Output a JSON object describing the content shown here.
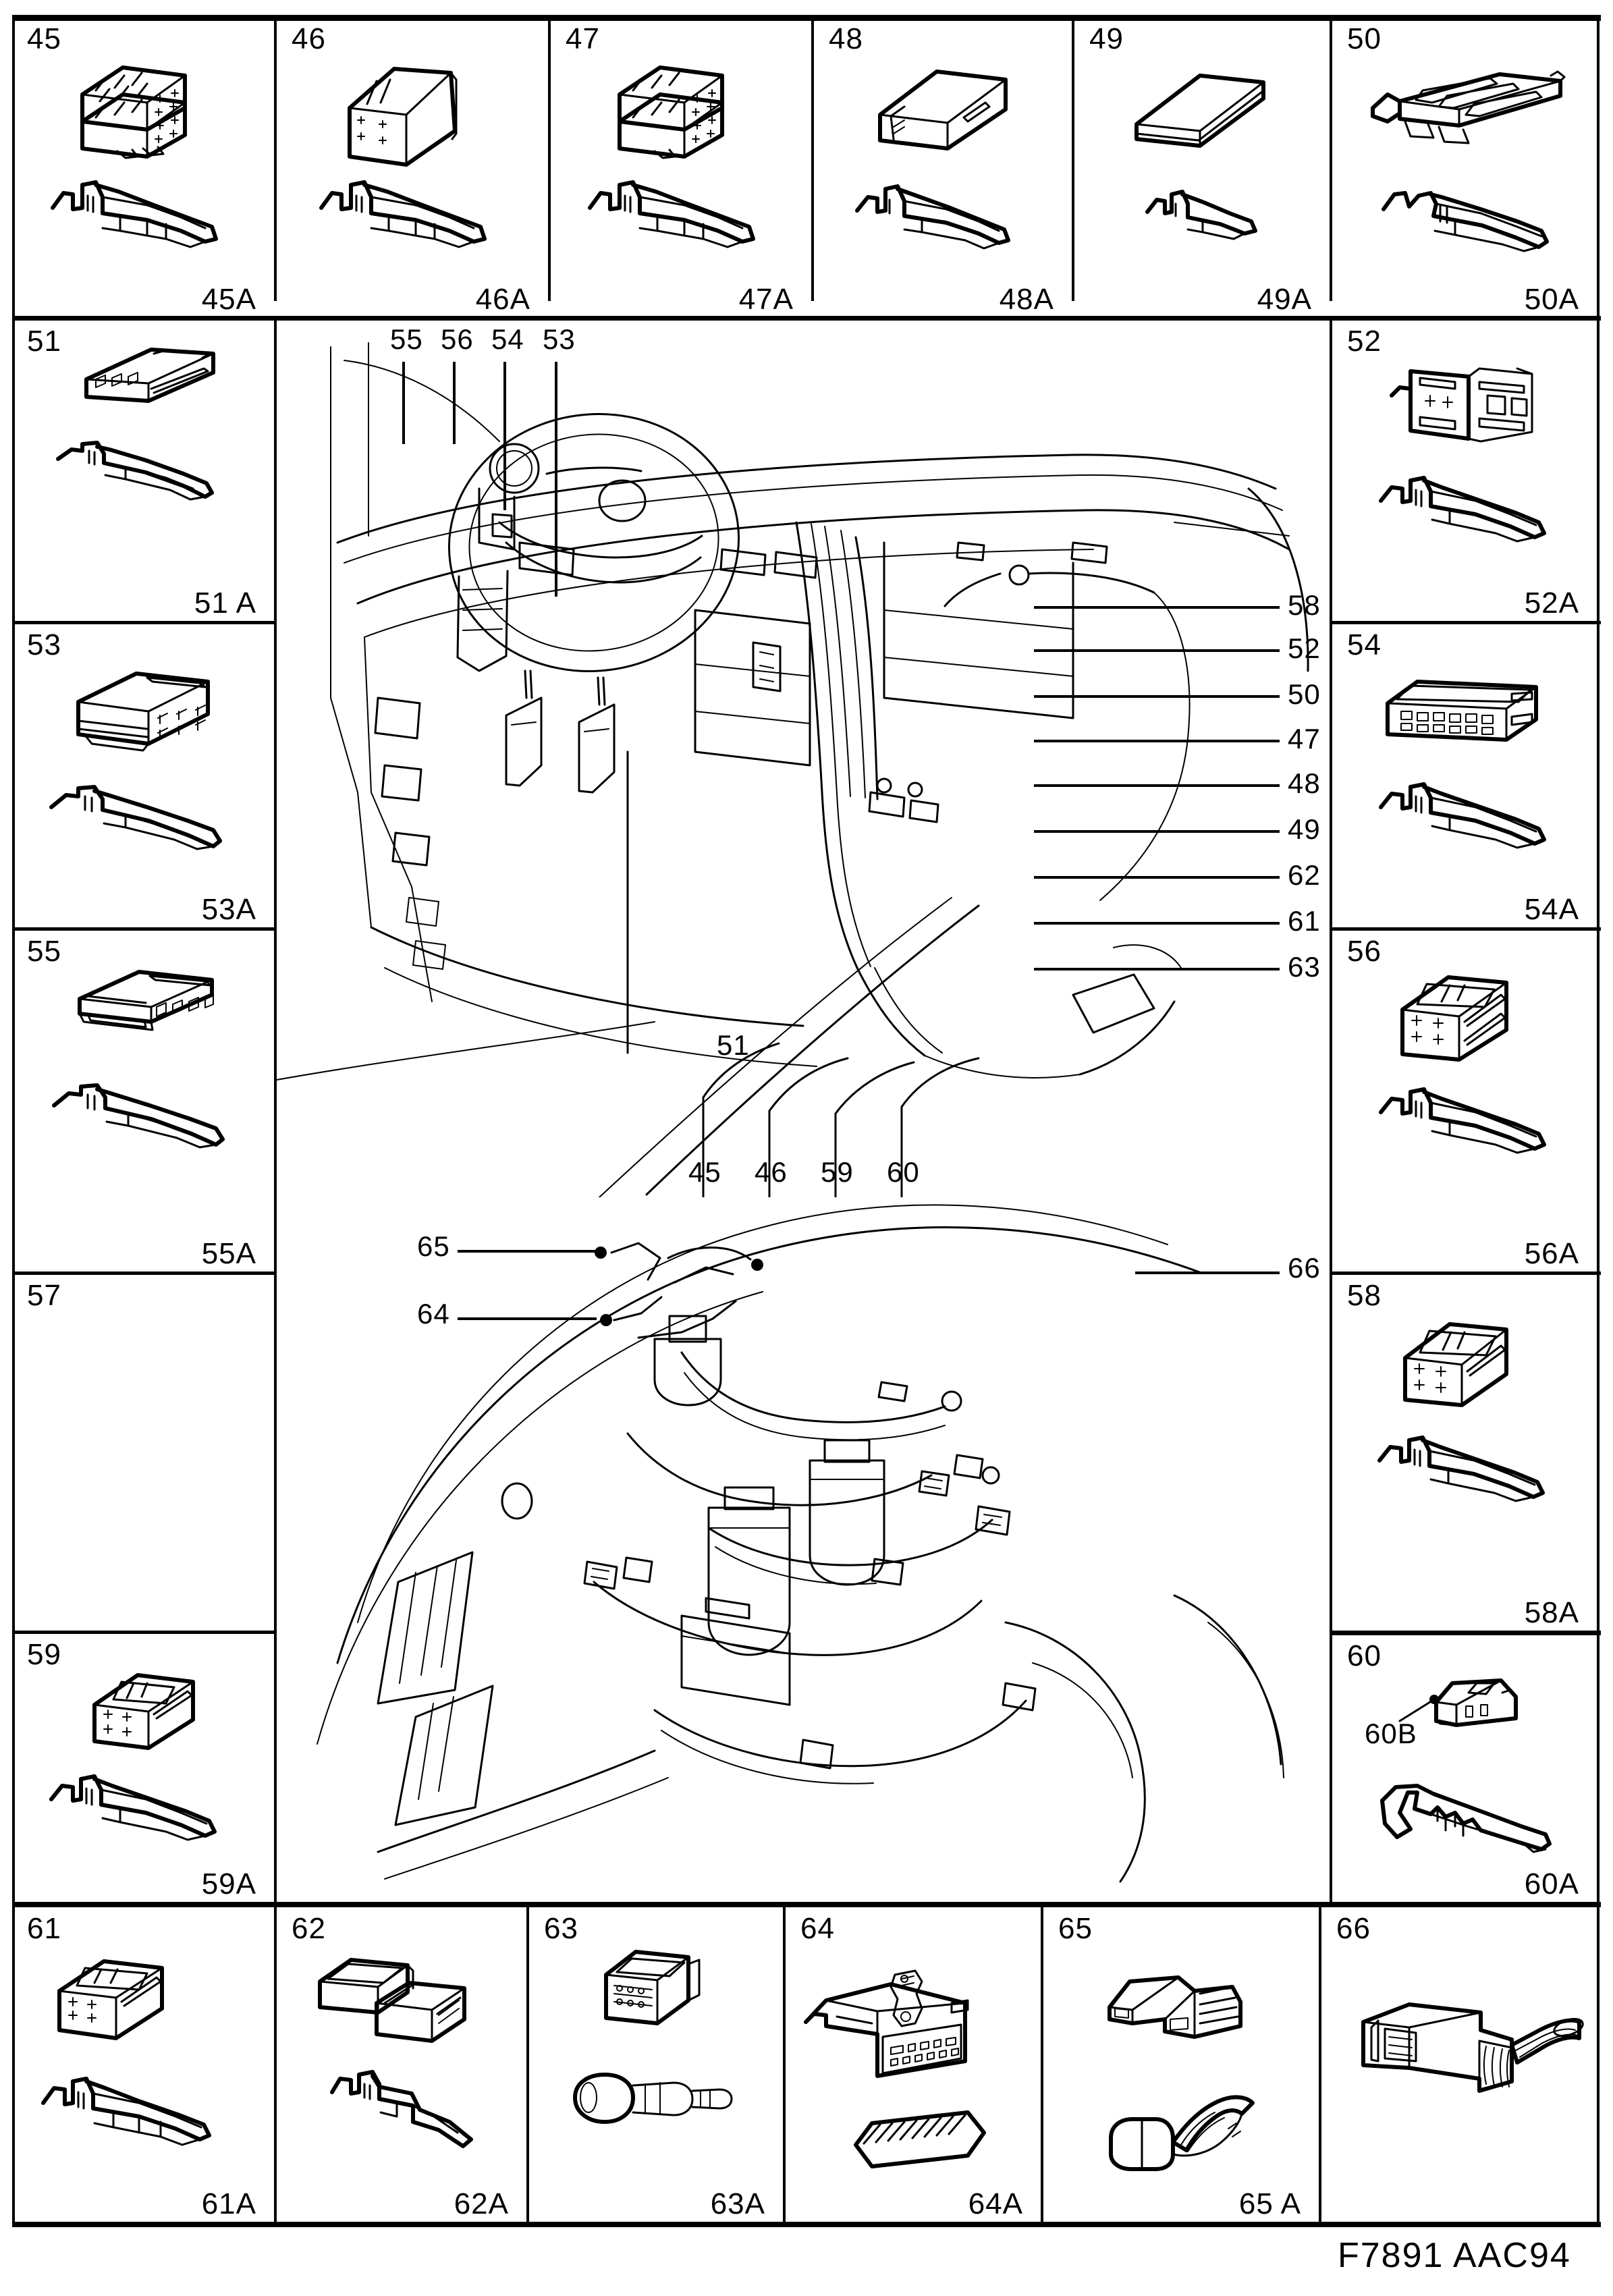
{
  "document": {
    "code": "F7891 AAC94",
    "type": "wiring-harness-connector-parts-plate"
  },
  "top_row": [
    {
      "number": "45",
      "terminal_label": "45A",
      "connector": "double-stack-multi-pin-housing",
      "terminal": "female-blade-terminal"
    },
    {
      "number": "46",
      "terminal_label": "46A",
      "connector": "single-block-housing",
      "terminal": "female-blade-terminal"
    },
    {
      "number": "47",
      "terminal_label": "47A",
      "connector": "double-stack-multi-pin-housing",
      "terminal": "female-blade-terminal"
    },
    {
      "number": "48",
      "terminal_label": "48A",
      "connector": "flat-rectangular-housing",
      "terminal": "female-blade-terminal"
    },
    {
      "number": "49",
      "terminal_label": "49A",
      "connector": "wedge-block-housing",
      "terminal": "small-blade-terminal"
    },
    {
      "number": "50",
      "terminal_label": "50A",
      "connector": "long-ribbed-multi-pin-housing",
      "terminal": "male-pin-terminal"
    }
  ],
  "left_column": [
    {
      "number": "51",
      "terminal_label": "51 A",
      "connector": "flat-three-pin-housing",
      "terminal": "male-pin-terminal"
    },
    {
      "number": "53",
      "terminal_label": "53A",
      "connector": "two-row-multi-pin-housing",
      "terminal": "male-pin-terminal"
    },
    {
      "number": "55",
      "terminal_label": "55A",
      "connector": "flat-four-way-housing",
      "terminal": "male-pin-terminal"
    },
    {
      "number": "57",
      "terminal_label": "",
      "connector": "",
      "terminal": ""
    },
    {
      "number": "59",
      "terminal_label": "59A",
      "connector": "square-multi-pin-housing",
      "terminal": "female-blade-terminal"
    }
  ],
  "right_column": [
    {
      "number": "52",
      "terminal_label": "52A",
      "connector": "relay-style-housing",
      "terminal": "female-blade-terminal"
    },
    {
      "number": "54",
      "terminal_label": "54A",
      "connector": "wide-multi-cavity-housing",
      "terminal": "female-blade-terminal"
    },
    {
      "number": "56",
      "terminal_label": "56A",
      "connector": "tall-block-housing",
      "terminal": "female-blade-terminal"
    },
    {
      "number": "58",
      "terminal_label": "58A",
      "connector": "ribbed-block-housing",
      "terminal": "female-blade-terminal"
    },
    {
      "number": "60",
      "terminal_label": "60A",
      "secondary_label": "60B",
      "connector": "small-two-pin-housing",
      "terminal": "female-blade-terminal"
    }
  ],
  "bottom_row": [
    {
      "number": "61",
      "terminal_label": "61A",
      "connector": "square-multi-pin-housing",
      "terminal": "female-blade-terminal"
    },
    {
      "number": "62",
      "terminal_label": "62A",
      "connector": "two-piece-sleeve-housing",
      "terminal": "male-pin-terminal"
    },
    {
      "number": "63",
      "terminal_label": "63A",
      "connector": "round-face-housing",
      "terminal": "cylindrical-bullet-terminal"
    },
    {
      "number": "64",
      "terminal_label": "64A",
      "connector": "large-open-frame-housing",
      "terminal": "multi-blade-comb-terminal"
    },
    {
      "number": "65",
      "terminal_label": "65 A",
      "connector": "stepped-ribbed-cover",
      "terminal": "curved-clip-terminal"
    },
    {
      "number": "66",
      "terminal_label": "",
      "connector": "housing-with-strain-relief-boot"
    }
  ],
  "center_illustration": {
    "title": "dashboard-and-engine-bay-harness-routing",
    "callouts_top": [
      "55",
      "56",
      "54",
      "53"
    ],
    "callouts_right": [
      "58",
      "52",
      "50",
      "47",
      "48",
      "49",
      "62",
      "61",
      "63"
    ],
    "callouts_bottom": [
      "45",
      "46",
      "59",
      "60"
    ],
    "callout_interior": "51",
    "callouts_lower_left": [
      "65",
      "64"
    ],
    "callout_lower_right": "66"
  }
}
